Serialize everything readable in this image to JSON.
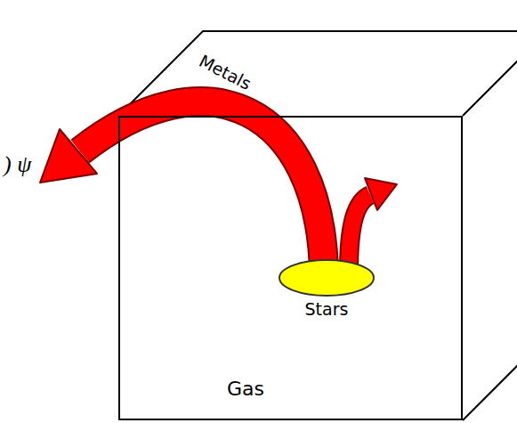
{
  "diagram": {
    "nodes": [
      {
        "text": [
          "Gas"
        ]
      },
      {
        "text": [
          "Stars"
        ],
        "in": 0
      }
    ],
    "labels": [
      "Metals",
      ") ψ"
    ]
  }
}
